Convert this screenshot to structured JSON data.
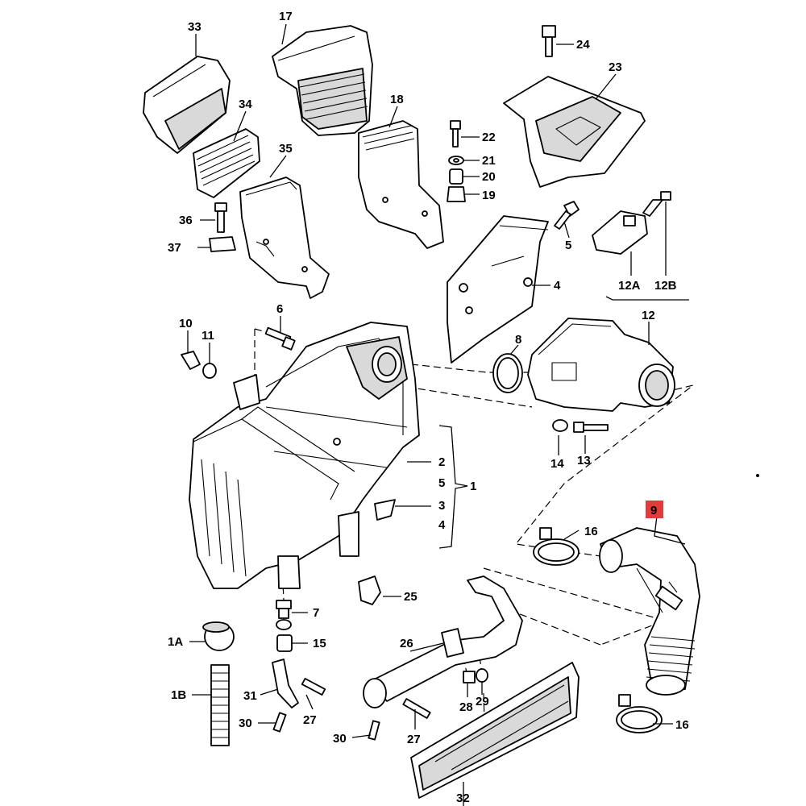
{
  "diagram": {
    "highlighted": "9",
    "highlight_color": "#e23b3b",
    "callouts": {
      "c33": "33",
      "c17": "17",
      "c24": "24",
      "c23": "23",
      "c34": "34",
      "c18": "18",
      "c22": "22",
      "c21": "21",
      "c20": "20",
      "c19": "19",
      "c35": "35",
      "c36": "36",
      "c37": "37",
      "c5": "5",
      "c12A": "12A",
      "c12B": "12B",
      "c4": "4",
      "c6": "6",
      "c12": "12",
      "c10": "10",
      "c11": "11",
      "c8": "8",
      "c2": "2",
      "c5b": "5",
      "c3": "3",
      "c4b": "4",
      "c1": "1",
      "c14": "14",
      "c13": "13",
      "c9": "9",
      "c16a": "16",
      "c25": "25",
      "c7": "7",
      "c1A": "1A",
      "c15": "15",
      "c26": "26",
      "c31": "31",
      "c1B": "1B",
      "c27a": "27",
      "c30a": "30",
      "c28": "28",
      "c29": "29",
      "c16b": "16",
      "c30b": "30",
      "c27b": "27",
      "c32": "32"
    }
  }
}
